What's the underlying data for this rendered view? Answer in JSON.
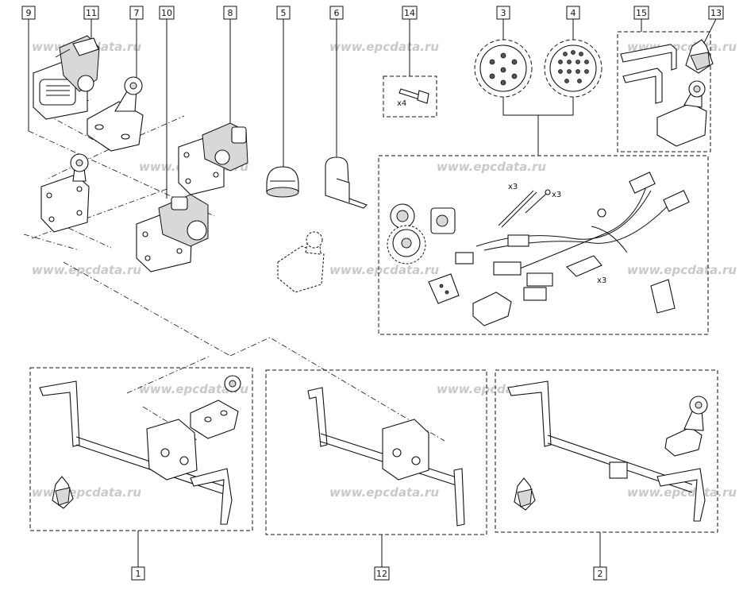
{
  "watermark": "www.epcdata.ru",
  "callouts": {
    "c1": "1",
    "c2": "2",
    "c3": "3",
    "c4": "4",
    "c5": "5",
    "c6": "6",
    "c7": "7",
    "c8": "8",
    "c9": "9",
    "c10": "10",
    "c11": "11",
    "c12": "12",
    "c13": "13",
    "c14": "14",
    "c15": "15"
  },
  "quantities": {
    "screw_qty": "x4",
    "tie_qty": "x3",
    "bolt_qty": "x3",
    "pad_qty": "x3"
  }
}
